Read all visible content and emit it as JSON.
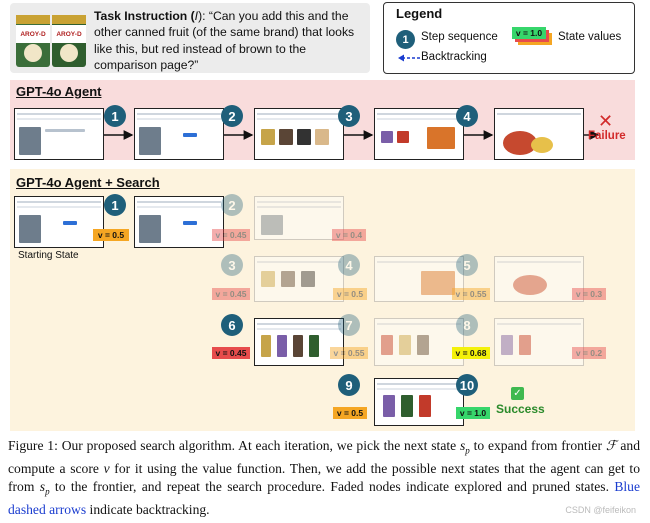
{
  "task": {
    "label": "Task Instruction (",
    "symbol": "I",
    "quote": "): “Can you add this and the other canned fruit (of the same brand) that looks like this, but red instead of brown to the comparison page?”",
    "can_brand": "AROY-D"
  },
  "legend": {
    "title": "Legend",
    "step_example": "1",
    "step_label": "Step sequence",
    "value_example": "v = 1.0",
    "value_label": "State values",
    "backtrack_label": "Backtracking"
  },
  "section_agent": {
    "title": "GPT-4o Agent",
    "steps": [
      "1",
      "2",
      "3",
      "4"
    ],
    "result": "Failure",
    "result_icon": "✕"
  },
  "section_search": {
    "title": "GPT-4o Agent + Search",
    "start_label": "Starting State",
    "steps": [
      "1",
      "2",
      "3",
      "4",
      "5",
      "6",
      "7",
      "8",
      "9",
      "10"
    ],
    "values": {
      "s1": "v = 0.5",
      "s2": "v = 0.45",
      "s2b": "v = 0.4",
      "s3": "v = 0.45",
      "s4": "v = 0.5",
      "s5": "v = 0.55",
      "s5b": "v = 0.3",
      "s6": "v = 0.45",
      "s7": "v = 0.55",
      "s8": "v = 0.68",
      "s8b": "v = 0.2",
      "s9": "v = 0.5",
      "s10": "v = 1.0"
    },
    "result": "Success",
    "result_icon": "✓"
  },
  "caption": {
    "p1": "Figure 1: Our proposed search algorithm. At each iteration, we pick the next state ",
    "sp": "s",
    "sp_sub": "p",
    "p2": " to expand from frontier ",
    "frontier": "ℱ",
    "p3": " and compute a score ",
    "v": "v",
    "p4": " for it using the value function. Then, we add the possible next states that the agent can get to from ",
    "p5": " to the frontier, and repeat the search procedure. Faded nodes indicate explored and pruned states. ",
    "blue": "Blue dashed arrows",
    "p6": " indicate backtracking."
  },
  "watermark": "CSDN @feifeikon",
  "colors": {
    "step_circle": "#1f5f7a",
    "agent_bg": "#f9dcdc",
    "search_bg": "#fdf3de",
    "backtrack": "#1a3ccf",
    "failure": "#d22b2b",
    "success": "#2a8a2a",
    "value_orange": "#f5a623",
    "value_red": "#e74c4c",
    "value_yellow": "#f4f10a",
    "value_green": "#36d66b"
  }
}
